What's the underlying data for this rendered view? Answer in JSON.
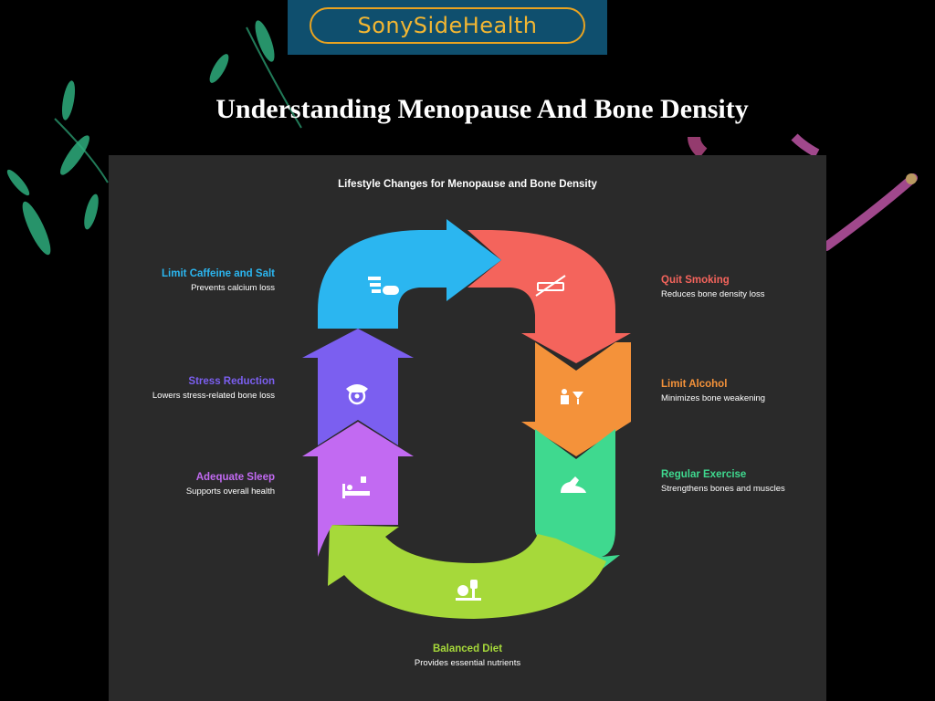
{
  "logo": {
    "text": "SonySideHealth"
  },
  "page_title": "Understanding Menopause And Bone Density",
  "diagram": {
    "title": "Lifestyle Changes for Menopause and Bone Density",
    "steps": [
      {
        "title": "Quit Smoking",
        "desc": "Reduces bone density loss",
        "color": "#f4645c",
        "icon": "no-smoking-icon"
      },
      {
        "title": "Limit Alcohol",
        "desc": "Minimizes bone weakening",
        "color": "#f4923a",
        "icon": "alcohol-icon"
      },
      {
        "title": "Regular Exercise",
        "desc": "Strengthens bones and muscles",
        "color": "#3fd98f",
        "icon": "exercise-icon"
      },
      {
        "title": "Balanced Diet",
        "desc": "Provides essential nutrients",
        "color": "#a6d93a",
        "icon": "diet-icon"
      },
      {
        "title": "Adequate Sleep",
        "desc": "Supports overall health",
        "color": "#c26af2",
        "icon": "bed-icon"
      },
      {
        "title": "Stress Reduction",
        "desc": "Lowers stress-related bone loss",
        "color": "#7b5ff0",
        "icon": "stress-icon"
      },
      {
        "title": "Limit Caffeine and Salt",
        "desc": "Prevents calcium loss",
        "color": "#2bb6f0",
        "icon": "caffeine-icon"
      }
    ]
  }
}
